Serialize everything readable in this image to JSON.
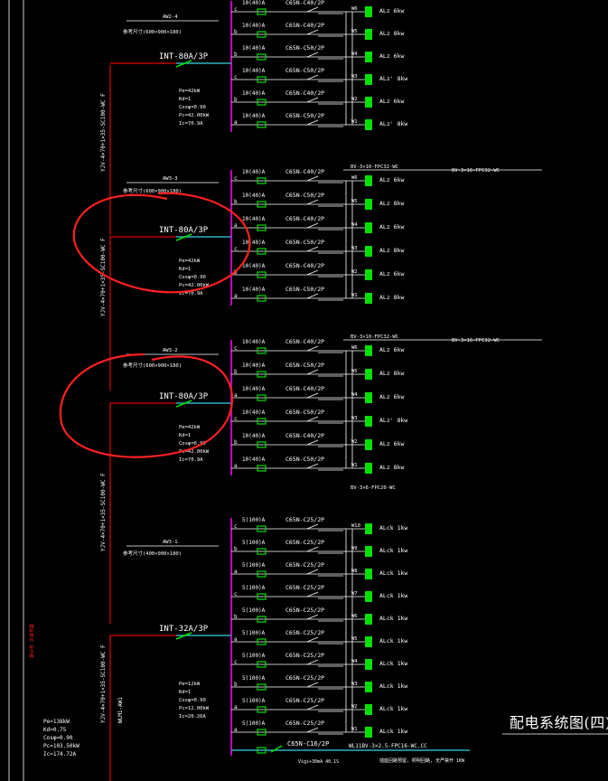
{
  "drawing_title": "配电系统图(四)",
  "colors": {
    "bus": "#c000c0",
    "feed": "#e00000",
    "cable": "#30b0c0",
    "load": "#00e000",
    "ink": "#ffffff",
    "markup": "#ff2020"
  },
  "panels": [
    {
      "id": "p1",
      "box_code": "AW2-4",
      "dims": "参考尺寸(600×900×180)",
      "main_breaker": "INT-80A/3P",
      "params": [
        "Pe=42kW",
        "Kd=1",
        "Cosφ=0.90",
        "Pc=42.00kW",
        "Ic=70.9A"
      ],
      "cable_top": "",
      "cable_right": "",
      "circuits": [
        {
          "ph": "c",
          "rcd": "10(40)A",
          "breaker": "C65N-C40/2P",
          "num": "W6",
          "load": "ALz 6kw"
        },
        {
          "ph": "b",
          "rcd": "10(40)A",
          "breaker": "C65N-C40/2P",
          "num": "W5",
          "load": "ALz 8kw"
        },
        {
          "ph": "b",
          "rcd": "10(40)A",
          "breaker": "C65N-C50/2P",
          "num": "W4",
          "load": "ALz 6kw"
        },
        {
          "ph": "c",
          "rcd": "10(40)A",
          "breaker": "C65N-C50/2P",
          "num": "W3",
          "load": "ALz' 8kw"
        },
        {
          "ph": "b",
          "rcd": "10(40)A",
          "breaker": "C65N-C40/2P",
          "num": "W2",
          "load": "ALz 6kw"
        },
        {
          "ph": "a",
          "rcd": "10(40)A",
          "breaker": "C65N-C50/2P",
          "num": "W1",
          "load": "ALz' 8kw"
        }
      ]
    },
    {
      "id": "p2",
      "box_code": "AW3-3",
      "dims": "参考尺寸(600×900×180)",
      "main_breaker": "INT-80A/3P",
      "params": [
        "Pe=42kW",
        "Kd=1",
        "Cosφ=0.90",
        "Pc=42.00kW",
        "Ic=70.9A"
      ],
      "cable_top": "BV-3×10-FPC32-WC",
      "cable_right": "BV-3×16-FPC32-WC",
      "circuits": [
        {
          "ph": "c",
          "rcd": "10(40)A",
          "breaker": "C65N-C40/2P",
          "num": "W6",
          "load": "ALz 6kw"
        },
        {
          "ph": "b",
          "rcd": "10(40)A",
          "breaker": "C65N-C50/2P",
          "num": "W5",
          "load": "ALz 8kw"
        },
        {
          "ph": "a",
          "rcd": "10(40)A",
          "breaker": "C65N-C40/2P",
          "num": "W4",
          "load": "ALz 6kw"
        },
        {
          "ph": "c",
          "rcd": "10(40)A",
          "breaker": "C65N-C50/2P",
          "num": "W3",
          "load": "ALz 8kw"
        },
        {
          "ph": "b",
          "rcd": "10(40)A",
          "breaker": "C65N-C40/2P",
          "num": "W2",
          "load": "ALz 6kw"
        },
        {
          "ph": "a",
          "rcd": "10(40)A",
          "breaker": "C65N-C50/2P",
          "num": "W1",
          "load": "ALz 8kw"
        }
      ]
    },
    {
      "id": "p3",
      "box_code": "AW3-2",
      "dims": "参考尺寸(600×900×180)",
      "main_breaker": "INT-80A/3P",
      "params": [
        "Pe=42kW",
        "Kd=1",
        "Cosφ=0.90",
        "Pc=42.00kW",
        "Ic=70.9A"
      ],
      "cable_top": "BV-3×10-FPC32-WC",
      "cable_right": "BV-3×16-FPC32-WC",
      "circuits": [
        {
          "ph": "c",
          "rcd": "10(40)A",
          "breaker": "C65N-C40/2P",
          "num": "W6",
          "load": "ALz 6kw"
        },
        {
          "ph": "b",
          "rcd": "10(40)A",
          "breaker": "C65N-C50/2P",
          "num": "W5",
          "load": "ALz 8kw"
        },
        {
          "ph": "a",
          "rcd": "10(40)A",
          "breaker": "C65N-C40/2P",
          "num": "W4",
          "load": "ALz 6kw"
        },
        {
          "ph": "c",
          "rcd": "10(40)A",
          "breaker": "C65N-C50/2P",
          "num": "W3",
          "load": "ALz' 8kw"
        },
        {
          "ph": "b",
          "rcd": "10(40)A",
          "breaker": "C65N-C40/2P",
          "num": "W2",
          "load": "ALz 6kw"
        },
        {
          "ph": "a",
          "rcd": "10(40)A",
          "breaker": "C65N-C50/2P",
          "num": "W1",
          "load": "ALz 8kw"
        }
      ]
    },
    {
      "id": "p4",
      "box_code": "AW3-1",
      "dims": "参考尺寸(400×900×180)",
      "main_breaker": "INT-32A/3P",
      "params": [
        "Pe=12kW",
        "Kd=1",
        "Cosφ=0.90",
        "Pc=12.00kW",
        "Ic=20.26A"
      ],
      "cable_top": "BV-3×6-FPC20-WC",
      "cable_right": "",
      "circuits": [
        {
          "ph": "c",
          "rcd": "5(100)A",
          "breaker": "C65N-C25/2P",
          "num": "W10",
          "load": "ALck 1kw"
        },
        {
          "ph": "b",
          "rcd": "5(100)A",
          "breaker": "C65N-C25/2P",
          "num": "W9",
          "load": "ALck 1kw"
        },
        {
          "ph": "a",
          "rcd": "5(100)A",
          "breaker": "C65N-C25/2P",
          "num": "W8",
          "load": "ALck 1kw"
        },
        {
          "ph": "c",
          "rcd": "5(100)A",
          "breaker": "C65N-C25/2P",
          "num": "W7",
          "load": "ALck 1kw"
        },
        {
          "ph": "b",
          "rcd": "5(100)A",
          "breaker": "C65N-C25/2P",
          "num": "W6",
          "load": "ALck 1kw"
        },
        {
          "ph": "a",
          "rcd": "5(100)A",
          "breaker": "C65N-C25/2P",
          "num": "W5",
          "load": "ALck 1kw"
        },
        {
          "ph": "c",
          "rcd": "5(100)A",
          "breaker": "C65N-C25/2P",
          "num": "W4",
          "load": "ALck 1kw"
        },
        {
          "ph": "b",
          "rcd": "5(100)A",
          "breaker": "C65N-C25/2P",
          "num": "W3",
          "load": "ALck 1kw"
        },
        {
          "ph": "a",
          "rcd": "5(100)A",
          "breaker": "C65N-C25/2P",
          "num": "W2",
          "load": "ALck 1kw"
        },
        {
          "ph": "a",
          "rcd": "5(100)A",
          "breaker": "C65N-C25/2P",
          "num": "W1",
          "load": "ALck 1kw"
        }
      ],
      "extra": {
        "breaker": "C65N-C16/2P",
        "cable": "WL11BV-3×2.5-FPC16-WC.CC",
        "rcd": "Vigi+30mA 40.1S",
        "note": "插座回路预留, 照明回路, 无严禁开 1KW"
      }
    }
  ],
  "risers": [
    {
      "label": "YJV-4×70+1×35-SC100-WC F"
    },
    {
      "label": "YJV-4×70+1×35-SC100-WC F"
    },
    {
      "label": "YJV-4×70+1×35-SC100-WC F"
    },
    {
      "label": "YJV-4×70+1×35-SC100-WC F"
    }
  ],
  "main_feeder": {
    "label": "WLM1-AW1"
  },
  "summary": {
    "params": [
      "Pe=138kW",
      "Kd=0.75",
      "Cosφ=0.90",
      "Pc=103.50kW",
      "Ic=174.72A"
    ]
  },
  "margin_note": "建设单位 设计者"
}
